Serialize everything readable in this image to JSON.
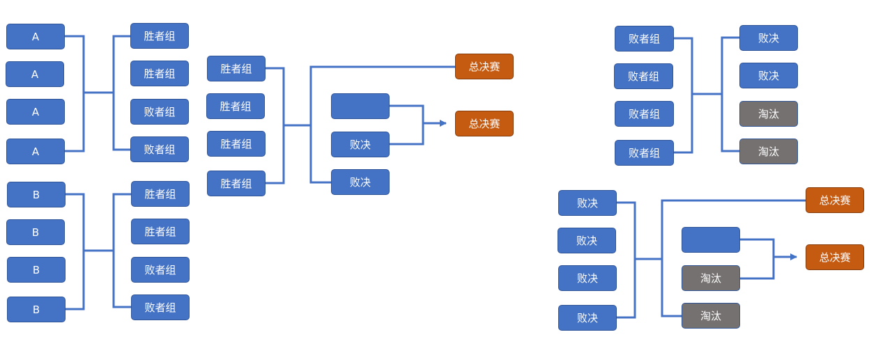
{
  "colors": {
    "node_blue": "#4472c4",
    "node_orange": "#c55a11",
    "node_gray": "#767171",
    "connector": "#4472c4"
  },
  "group_a": {
    "teams": [
      "A",
      "A",
      "A",
      "A"
    ],
    "outcomes": [
      "胜者组",
      "胜者组",
      "败者组",
      "败者组"
    ]
  },
  "group_b": {
    "teams": [
      "B",
      "B",
      "B",
      "B"
    ],
    "outcomes": [
      "胜者组",
      "胜者组",
      "败者组",
      "败者组"
    ]
  },
  "winners_bracket": {
    "entrants": [
      "胜者组",
      "胜者组",
      "胜者组",
      "胜者组"
    ],
    "top_final": "总决赛",
    "middle_empty": "",
    "middle_decider": "败决",
    "bottom_decider": "败决",
    "merged_final": "总决赛"
  },
  "losers_round": {
    "entrants": [
      "败者组",
      "败者组",
      "败者组",
      "败者组"
    ],
    "outcomes": [
      "败决",
      "败决",
      "淘汰",
      "淘汰"
    ]
  },
  "losers_final": {
    "entrants": [
      "败决",
      "败决",
      "败决",
      "败决"
    ],
    "top_final": "总决赛",
    "middle_empty": "",
    "middle_eliminated": "淘汰",
    "bottom_eliminated": "淘汰",
    "merged_final": "总决赛"
  }
}
